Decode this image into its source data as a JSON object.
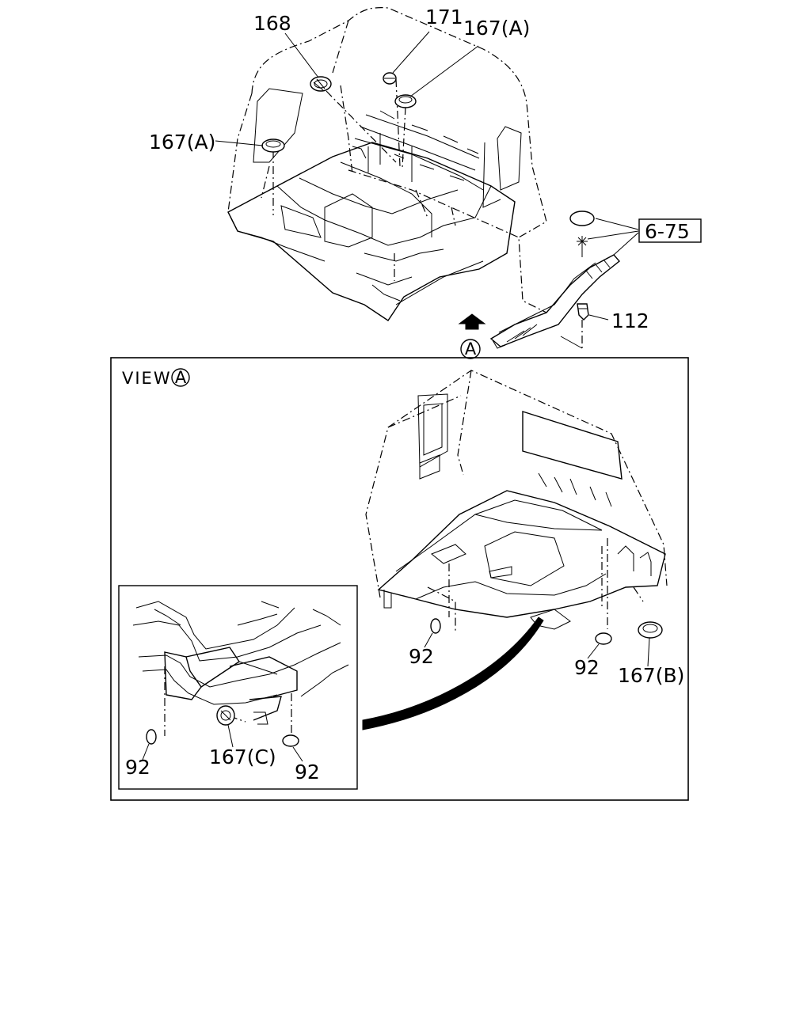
{
  "labels": {
    "p168": "168",
    "p171": "171",
    "p167a_top": "167(A)",
    "p167a_left": "167(A)",
    "p675": "6-75",
    "p112": "112",
    "arrow_a": "A",
    "view_prefix": "VIEW",
    "view_circle": "A",
    "p92_main_left": "92",
    "p92_main_right": "92",
    "p167b": "167(B)",
    "p92_inset_left": "92",
    "p167c": "167(C)",
    "p92_inset_right": "92"
  }
}
